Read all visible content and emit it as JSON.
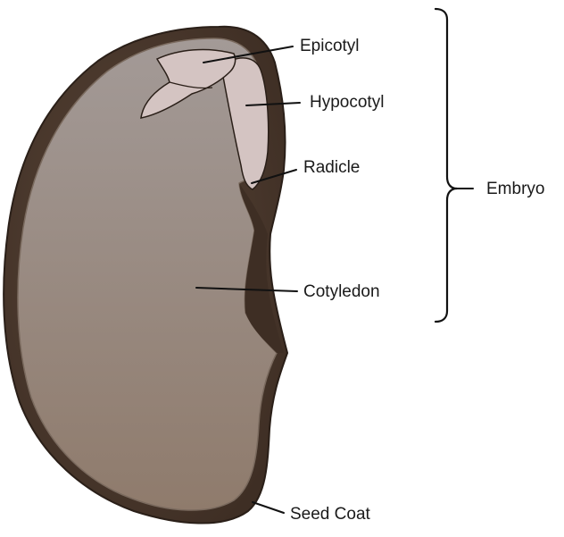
{
  "labels": {
    "epicotyl": "Epicotyl",
    "hypocotyl": "Hypocotyl",
    "radicle": "Radicle",
    "cotyledon": "Cotyledon",
    "embryo": "Embryo",
    "seed_coat": "Seed Coat"
  },
  "colors": {
    "seed_coat": "#4a3a2e",
    "cotyledon_light": "#a39a97",
    "cotyledon_dark": "#8f7d6e",
    "embryo_axis": "#d4c4c2",
    "outline": "#2a1f18"
  }
}
